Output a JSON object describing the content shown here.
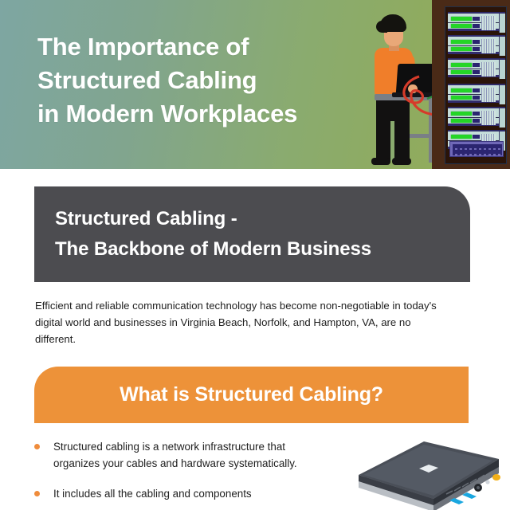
{
  "meta": {
    "doc_kind": "infographic",
    "accent_orange": "#ed9239",
    "dark_gray": "#4c4c50",
    "bullet_orange": "#ef8c3c",
    "text_color": "#212121",
    "header_gradient_from": "#7ea6a2",
    "header_gradient_to": "#93ad5c",
    "rack_wall": "#4a2a17"
  },
  "hero": {
    "title_lines": [
      "The Importance of",
      "Structured Cabling",
      "in Modern Workplaces"
    ],
    "illustration": {
      "person_label": "person-at-standing-desk-with-laptop",
      "rack_label": "server-rack-illustration",
      "shirt_color": "#f07e2a",
      "cable_colors": [
        "#d63b2a",
        "#2f8f3f"
      ],
      "server_unit_count": 6,
      "led_color": "#24d527"
    }
  },
  "dark_banner": {
    "lines": [
      "Structured Cabling -",
      "The Backbone of Modern Business"
    ]
  },
  "intro": {
    "paragraph": "Efficient and reliable communication technology has become non-negotiable in today's digital world and businesses in Virginia Beach, Norfolk, and Hampton, VA, are no different."
  },
  "orange_banner": {
    "heading": "What is Structured Cabling?"
  },
  "bullet_section": {
    "items": [
      "Structured cabling is a network infrastructure that organizes your cables and hardware systematically.",
      "It includes all the cabling and components"
    ]
  },
  "device": {
    "label": "network-router-illustration",
    "body_color": "#4a4f58",
    "port_color": "#1aa7e0",
    "indicator_color": "#f3b018"
  }
}
